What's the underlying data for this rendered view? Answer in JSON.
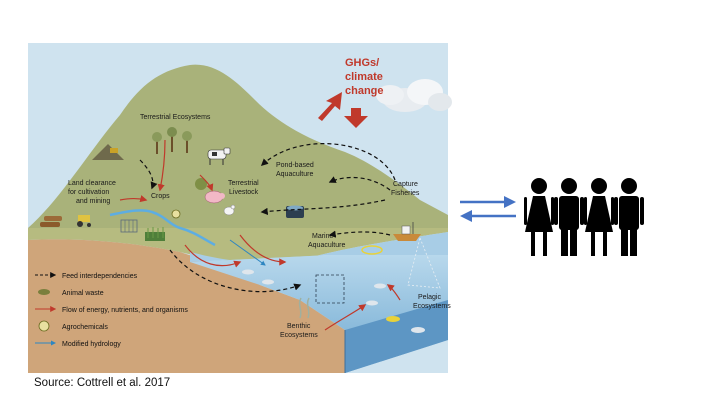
{
  "diagram": {
    "ghg_label_line1": "GHGs/",
    "ghg_label_line2": "climate",
    "ghg_label_line3": "change",
    "terrestrial_ecosystems": "Terrestrial Ecosystems",
    "land_clearance_1": "Land clearance",
    "land_clearance_2": "for cultivation",
    "land_clearance_3": "and mining",
    "crops": "Crops",
    "terrestrial_livestock_1": "Terrestrial",
    "terrestrial_livestock_2": "Livestock",
    "pond_aquaculture_1": "Pond-based",
    "pond_aquaculture_2": "Aquaculture",
    "capture_fisheries_1": "Capture",
    "capture_fisheries_2": "Fisheries",
    "marine_aquaculture_1": "Marine",
    "marine_aquaculture_2": "Aquaculture",
    "pelagic_1": "Pelagic",
    "pelagic_2": "Ecosystems",
    "benthic_1": "Benthic",
    "benthic_2": "Ecosystems"
  },
  "legend": {
    "items": [
      {
        "label": "Feed interdependencies",
        "icon": "dashed-arrow-icon"
      },
      {
        "label": "Animal waste",
        "icon": "manure-icon"
      },
      {
        "label": "Flow of energy, nutrients, and organisms",
        "icon": "red-arrow-icon"
      },
      {
        "label": "Agrochemicals",
        "icon": "agrochemical-icon"
      },
      {
        "label": "Modified hydrology",
        "icon": "blue-arrow-icon"
      }
    ]
  },
  "source": "Source: Cottrell et al. 2017",
  "colors": {
    "sky": "#cfe3ef",
    "hill": "#a9b27a",
    "soil": "#cfa57a",
    "sea": "#8fc0df",
    "arrow_red": "#c0392b",
    "exchange_arrow": "#4472c4",
    "people": "#000000"
  }
}
